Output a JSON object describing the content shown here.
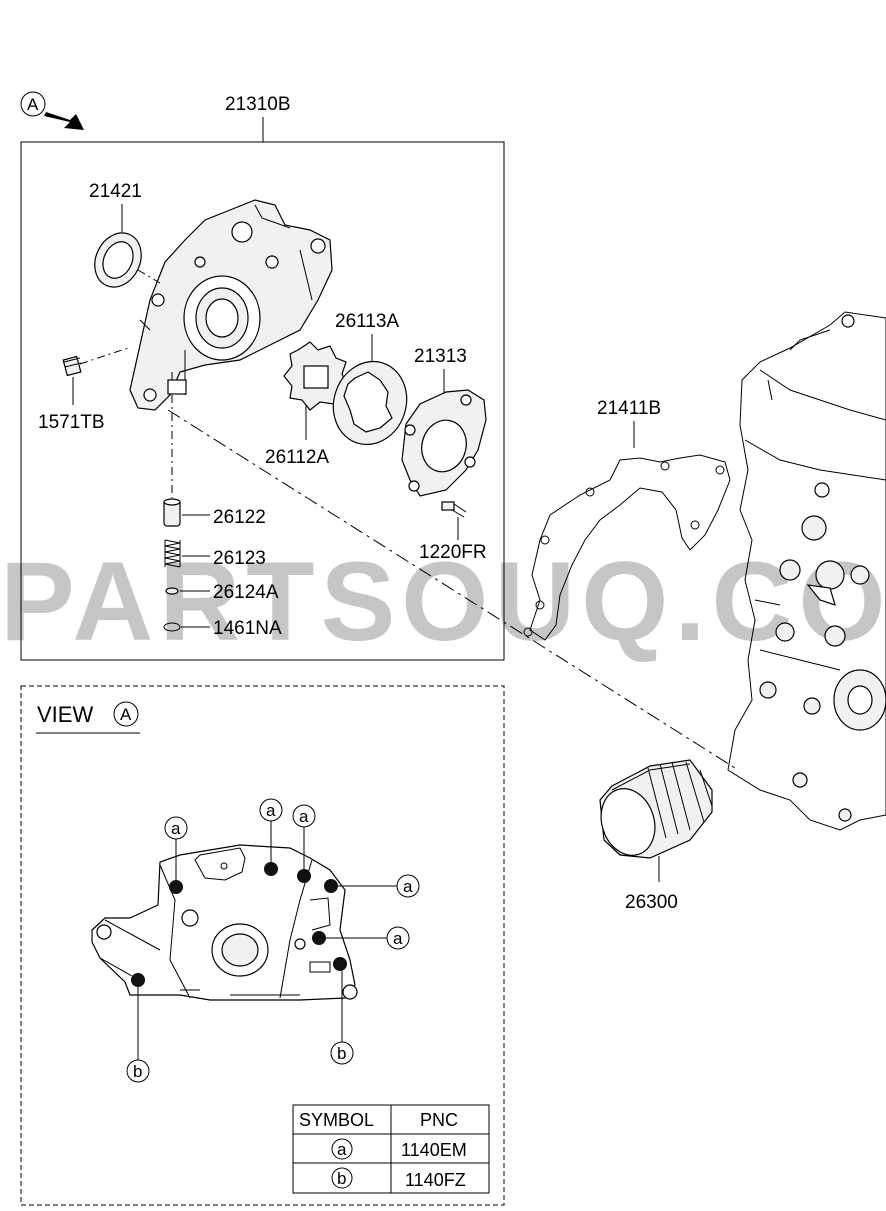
{
  "view_ref": "A",
  "assembly": {
    "code": "21310B",
    "parts": {
      "seal": "21421",
      "plug": "1571TB",
      "gear_outer": "26113A",
      "gear_inner": "26112A",
      "cover": "21313",
      "bolt": "1220FR",
      "valve": "26122",
      "spring": "26123",
      "washer": "26124A",
      "ring": "1461NA"
    }
  },
  "gasket": "21411B",
  "filter": "26300",
  "watermark": "PARTSOUQ.COM",
  "view": {
    "title": "VIEW",
    "letter": "A",
    "markers": [
      "a",
      "a",
      "a",
      "a",
      "a",
      "b",
      "b"
    ]
  },
  "table": {
    "headers": [
      "SYMBOL",
      "PNC"
    ],
    "rows": [
      {
        "symbol": "a",
        "pnc": "1140EM"
      },
      {
        "symbol": "b",
        "pnc": "1140FZ"
      }
    ]
  }
}
